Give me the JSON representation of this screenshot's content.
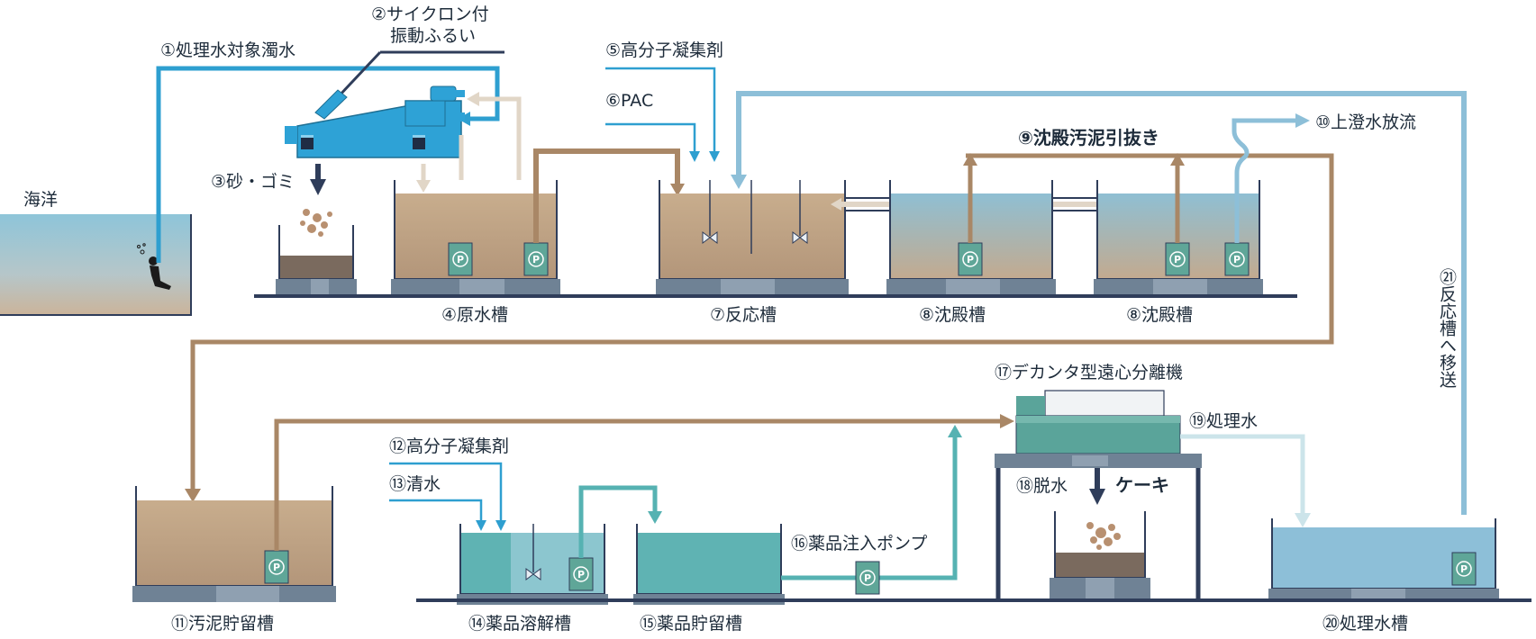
{
  "labels": {
    "target_water": "①処理水対象濁水",
    "screen_line1": "②サイクロン付",
    "screen_line2": "振動ふるい",
    "sand_trash": "③砂・ゴミ",
    "raw_tank": "④原水槽",
    "polymer": "⑤高分子凝集剤",
    "pac": "⑥PAC",
    "reaction_tank": "⑦反応槽",
    "settling_tank_a": "⑧沈殿槽",
    "settling_tank_b": "⑧沈殿槽",
    "sludge_draw": "⑨沈殿汚泥引抜き",
    "overflow_discharge": "⑩上澄水放流",
    "sludge_storage": "⑪汚泥貯留槽",
    "polymer2": "⑫高分子凝集剤",
    "clean_water": "⑬清水",
    "chem_dissolve": "⑭薬品溶解槽",
    "chem_storage": "⑮薬品貯留槽",
    "chem_pump": "⑯薬品注入ポンプ",
    "decanter": "⑰デカンタ型遠心分離機",
    "dewater": "⑱脱水",
    "cake": "ケーキ",
    "treated_water": "⑲処理水",
    "treated_tank": "⑳処理水槽",
    "transfer": "㉑反応槽へ移送",
    "ocean": "海洋",
    "pump_symbol": "P"
  },
  "colors": {
    "blue_pipe": "#2e9fd0",
    "light_blue_pipe": "#8dbfd8",
    "brown_pipe": "#a98766",
    "teal_pipe": "#56b2b2",
    "beige_pipe": "#e1d6c7",
    "dark_navy": "#2f3d5a",
    "machine_blue": "#2ea2d6",
    "sludge_brown": "#b79b7b",
    "pump_teal": "#5fa698",
    "base_gray": "#6f8295"
  }
}
